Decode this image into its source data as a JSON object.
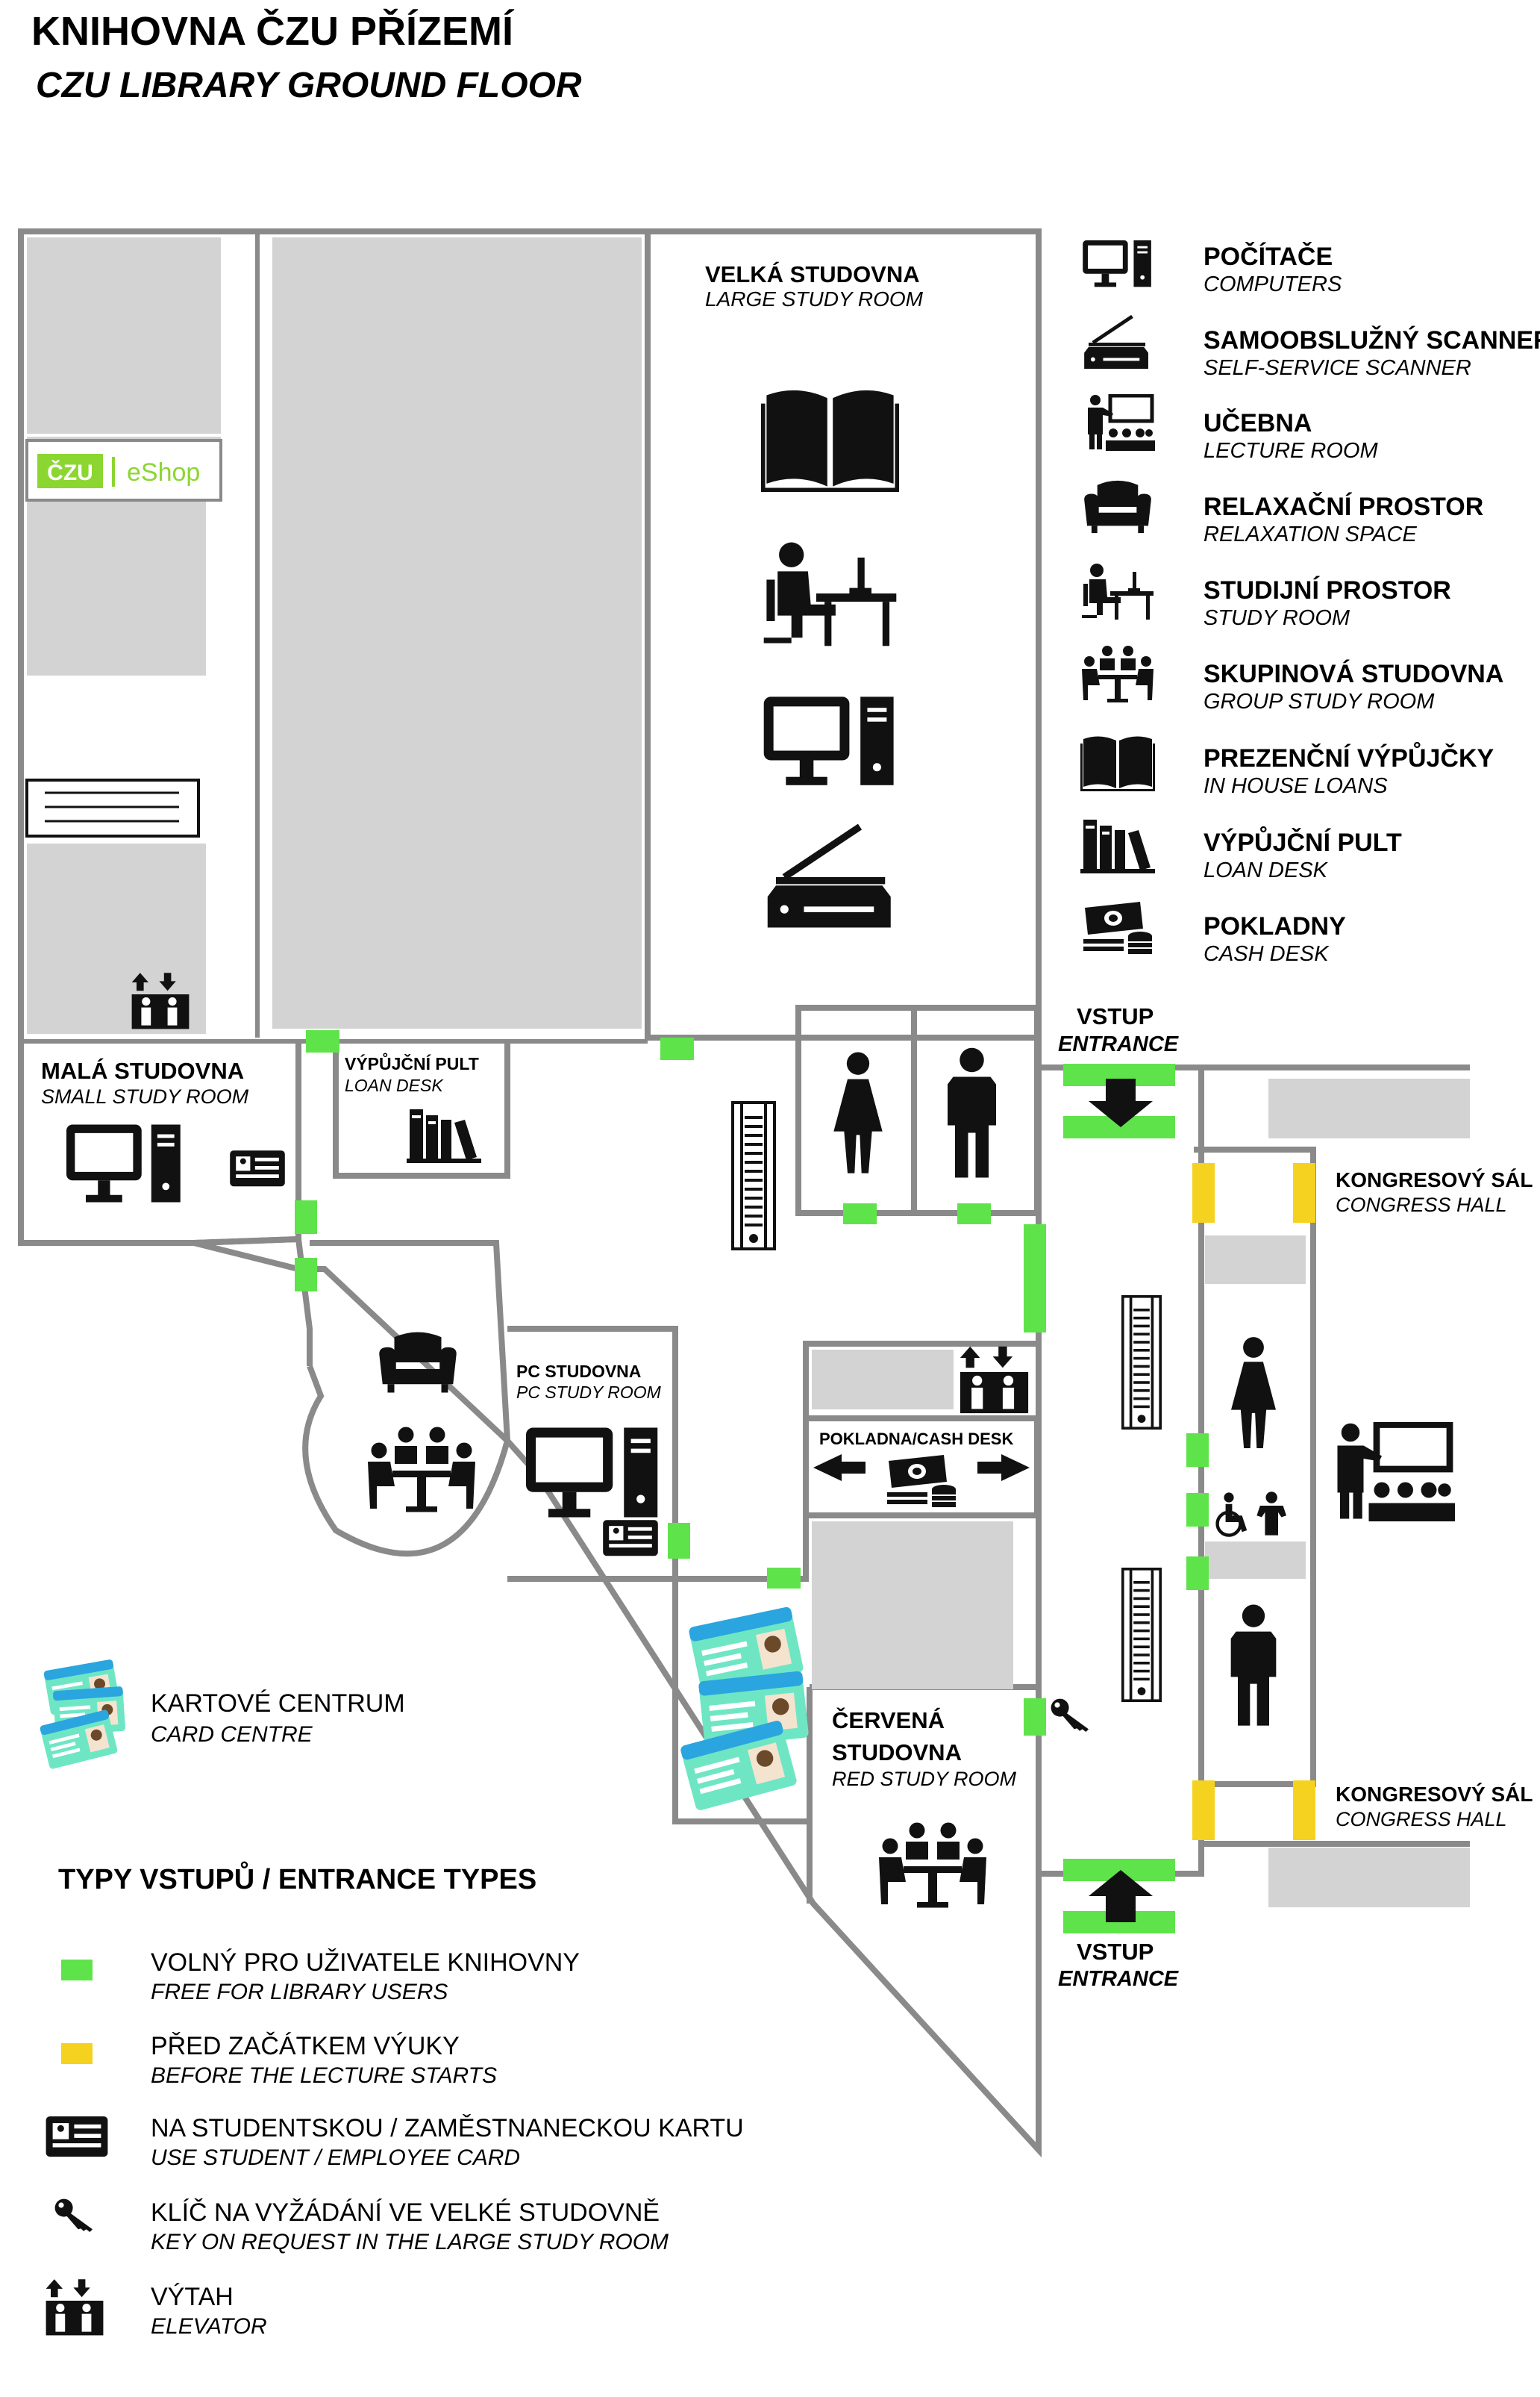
{
  "header": {
    "title_cz": "KNIHOVNA ČZU PŘÍZEMÍ",
    "title_en": "CZU LIBRARY GROUND FLOOR"
  },
  "colors": {
    "wall": "#8a8a8a",
    "gray_area": "#d3d3d3",
    "green": "#5fe34a",
    "yellow": "#f5d21f",
    "eshop_green": "#8cd631"
  },
  "legend_icons": [
    {
      "icon": "computer-icon",
      "cz": "POČÍTAČE",
      "en": "COMPUTERS"
    },
    {
      "icon": "scanner-icon",
      "cz": "SAMOOBSLUŽNÝ SCANNER",
      "en": "SELF-SERVICE SCANNER"
    },
    {
      "icon": "lecture-room-icon",
      "cz": "UČEBNA",
      "en": "LECTURE ROOM"
    },
    {
      "icon": "armchair-icon",
      "cz": "RELAXAČNÍ PROSTOR",
      "en": "RELAXATION SPACE"
    },
    {
      "icon": "study-desk-icon",
      "cz": "STUDIJNÍ PROSTOR",
      "en": "STUDY ROOM"
    },
    {
      "icon": "group-study-icon",
      "cz": "SKUPINOVÁ STUDOVNA",
      "en": "GROUP STUDY ROOM"
    },
    {
      "icon": "open-book-icon",
      "cz": "PREZENČNÍ VÝPŮJČKY",
      "en": "IN HOUSE LOANS"
    },
    {
      "icon": "books-icon",
      "cz": "VÝPŮJČNÍ PULT",
      "en": "LOAN DESK"
    },
    {
      "icon": "cash-icon",
      "cz": "POKLADNY",
      "en": "CASH DESK"
    }
  ],
  "rooms": {
    "large_study": {
      "cz": "VELKÁ STUDOVNA",
      "en": "LARGE STUDY ROOM"
    },
    "small_study": {
      "cz": "MALÁ STUDOVNA",
      "en": "SMALL STUDY ROOM"
    },
    "loan_desk": {
      "cz": "VÝPŮJČNÍ PULT",
      "en": "LOAN DESK"
    },
    "pc_study": {
      "cz": "PC STUDOVNA",
      "en": "PC STUDY ROOM"
    },
    "cash_desk": "POKLADNA/CASH DESK",
    "red_study": {
      "cz1": "ČERVENÁ",
      "cz2": "STUDOVNA",
      "en": "RED STUDY ROOM"
    },
    "eshop": "eShop",
    "eshop_logo": "ČZU"
  },
  "entrances": {
    "top": {
      "cz": "VSTUP",
      "en": "ENTRANCE"
    },
    "bottom": {
      "cz": "VSTUP",
      "en": "ENTRANCE"
    }
  },
  "congress_hall": [
    {
      "cz": "KONGRESOVÝ SÁL",
      "en": "CONGRESS HALL"
    },
    {
      "cz": "KONGRESOVÝ SÁL",
      "en": "CONGRESS HALL"
    }
  ],
  "card_centre": {
    "cz": "KARTOVÉ CENTRUM",
    "en": "CARD CENTRE"
  },
  "entrance_types": {
    "heading": "TYPY VSTUPŮ / ENTRANCE TYPES",
    "items": [
      {
        "icon": "green-swatch",
        "cz": "VOLNÝ PRO UŽIVATELE KNIHOVNY",
        "en": "FREE FOR LIBRARY USERS"
      },
      {
        "icon": "yellow-swatch",
        "cz": "PŘED ZAČÁTKEM VÝUKY",
        "en": "BEFORE THE LECTURE STARTS"
      },
      {
        "icon": "card-reader-icon",
        "cz": "NA STUDENTSKOU / ZAMĚSTNANECKOU KARTU",
        "en": "USE STUDENT / EMPLOYEE CARD"
      },
      {
        "icon": "key-icon",
        "cz": "KLÍČ NA VYŽÁDÁNÍ VE VELKÉ STUDOVNĚ",
        "en": "KEY ON REQUEST IN THE LARGE STUDY ROOM"
      },
      {
        "icon": "elevator-icon",
        "cz": "VÝTAH",
        "en": "ELEVATOR"
      }
    ]
  }
}
